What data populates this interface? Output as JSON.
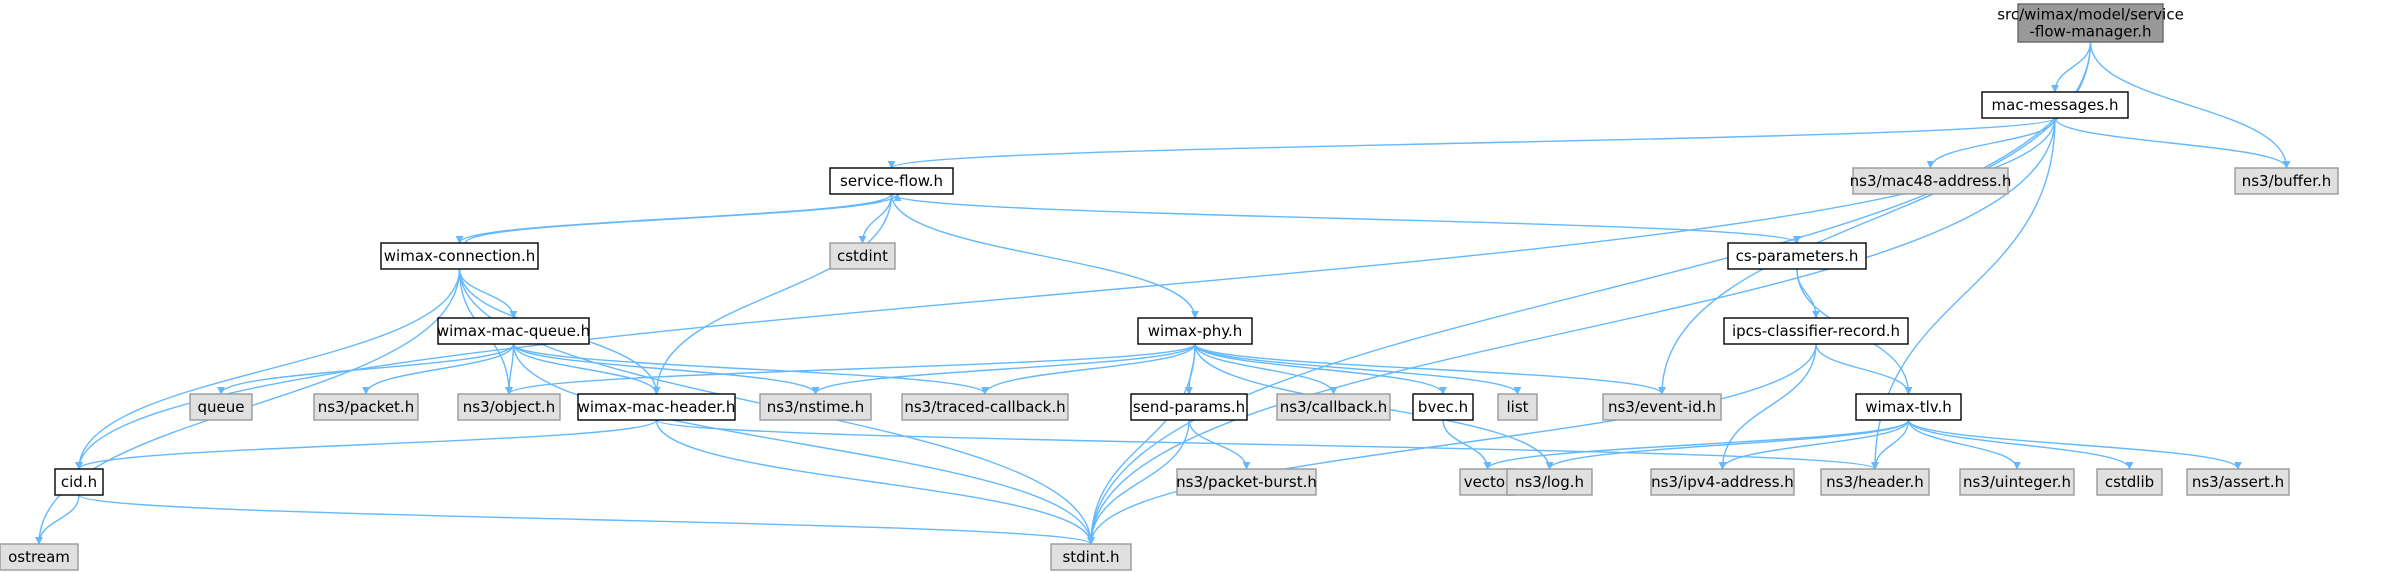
{
  "colors": {
    "root_fill": "#999999",
    "root_stroke": "#666666",
    "file_fill": "#ffffff",
    "file_stroke": "#000000",
    "external_fill": "#e0e0e0",
    "external_stroke": "#999999",
    "edge": "#63b8ff"
  },
  "nodes": [
    {
      "id": "root",
      "kind": "root",
      "lines": [
        "src/wimax/model/service",
        "-flow-manager.h"
      ]
    },
    {
      "id": "mac_messages",
      "kind": "file",
      "lines": [
        "mac-messages.h"
      ]
    },
    {
      "id": "service_flow",
      "kind": "file",
      "lines": [
        "service-flow.h"
      ]
    },
    {
      "id": "mac48",
      "kind": "external",
      "lines": [
        "ns3/mac48-address.h"
      ]
    },
    {
      "id": "buffer",
      "kind": "external",
      "lines": [
        "ns3/buffer.h"
      ]
    },
    {
      "id": "wimax_connection",
      "kind": "file",
      "lines": [
        "wimax-connection.h"
      ]
    },
    {
      "id": "cstdint",
      "kind": "external",
      "lines": [
        "cstdint"
      ]
    },
    {
      "id": "cs_parameters",
      "kind": "file",
      "lines": [
        "cs-parameters.h"
      ]
    },
    {
      "id": "wimax_mac_queue",
      "kind": "file",
      "lines": [
        "wimax-mac-queue.h"
      ]
    },
    {
      "id": "wimax_phy",
      "kind": "file",
      "lines": [
        "wimax-phy.h"
      ]
    },
    {
      "id": "ipcs",
      "kind": "file",
      "lines": [
        "ipcs-classifier-record.h"
      ]
    },
    {
      "id": "queue",
      "kind": "external",
      "lines": [
        "queue"
      ]
    },
    {
      "id": "packet",
      "kind": "external",
      "lines": [
        "ns3/packet.h"
      ]
    },
    {
      "id": "object",
      "kind": "external",
      "lines": [
        "ns3/object.h"
      ]
    },
    {
      "id": "wimax_mac_header",
      "kind": "file",
      "lines": [
        "wimax-mac-header.h"
      ]
    },
    {
      "id": "nstime",
      "kind": "external",
      "lines": [
        "ns3/nstime.h"
      ]
    },
    {
      "id": "traced_callback",
      "kind": "external",
      "lines": [
        "ns3/traced-callback.h"
      ]
    },
    {
      "id": "send_params",
      "kind": "file",
      "lines": [
        "send-params.h"
      ]
    },
    {
      "id": "callback",
      "kind": "external",
      "lines": [
        "ns3/callback.h"
      ]
    },
    {
      "id": "bvec",
      "kind": "file",
      "lines": [
        "bvec.h"
      ]
    },
    {
      "id": "list",
      "kind": "external",
      "lines": [
        "list"
      ]
    },
    {
      "id": "event_id",
      "kind": "external",
      "lines": [
        "ns3/event-id.h"
      ]
    },
    {
      "id": "wimax_tlv",
      "kind": "file",
      "lines": [
        "wimax-tlv.h"
      ]
    },
    {
      "id": "cid",
      "kind": "file",
      "lines": [
        "cid.h"
      ]
    },
    {
      "id": "packet_burst",
      "kind": "external",
      "lines": [
        "ns3/packet-burst.h"
      ]
    },
    {
      "id": "vector",
      "kind": "external",
      "lines": [
        "vector"
      ]
    },
    {
      "id": "log",
      "kind": "external",
      "lines": [
        "ns3/log.h"
      ]
    },
    {
      "id": "ipv4",
      "kind": "external",
      "lines": [
        "ns3/ipv4-address.h"
      ]
    },
    {
      "id": "header",
      "kind": "external",
      "lines": [
        "ns3/header.h"
      ]
    },
    {
      "id": "uinteger",
      "kind": "external",
      "lines": [
        "ns3/uinteger.h"
      ]
    },
    {
      "id": "cstdlib",
      "kind": "external",
      "lines": [
        "cstdlib"
      ]
    },
    {
      "id": "assert",
      "kind": "external",
      "lines": [
        "ns3/assert.h"
      ]
    },
    {
      "id": "ostream",
      "kind": "external",
      "lines": [
        "ostream"
      ]
    },
    {
      "id": "stdint",
      "kind": "external",
      "lines": [
        "stdint.h"
      ]
    }
  ],
  "edges": [
    [
      "root",
      "mac_messages"
    ],
    [
      "root",
      "buffer"
    ],
    [
      "root",
      "event_id"
    ],
    [
      "root",
      "stdint"
    ],
    [
      "mac_messages",
      "service_flow"
    ],
    [
      "mac_messages",
      "mac48"
    ],
    [
      "mac_messages",
      "buffer"
    ],
    [
      "mac_messages",
      "cid"
    ],
    [
      "mac_messages",
      "header"
    ],
    [
      "mac_messages",
      "stdint"
    ],
    [
      "service_flow",
      "wimax_connection"
    ],
    [
      "service_flow",
      "cstdint"
    ],
    [
      "service_flow",
      "cs_parameters"
    ],
    [
      "service_flow",
      "wimax_phy"
    ],
    [
      "service_flow",
      "wimax_mac_header"
    ],
    [
      "wimax_connection",
      "service_flow"
    ],
    [
      "wimax_connection",
      "wimax_mac_queue"
    ],
    [
      "wimax_connection",
      "object"
    ],
    [
      "wimax_connection",
      "wimax_mac_header"
    ],
    [
      "wimax_connection",
      "cid"
    ],
    [
      "wimax_connection",
      "ostream"
    ],
    [
      "wimax_connection",
      "stdint"
    ],
    [
      "cs_parameters",
      "ipcs"
    ],
    [
      "cs_parameters",
      "wimax_tlv"
    ],
    [
      "wimax_mac_queue",
      "queue"
    ],
    [
      "wimax_mac_queue",
      "packet"
    ],
    [
      "wimax_mac_queue",
      "object"
    ],
    [
      "wimax_mac_queue",
      "wimax_mac_header"
    ],
    [
      "wimax_mac_queue",
      "nstime"
    ],
    [
      "wimax_mac_queue",
      "traced_callback"
    ],
    [
      "wimax_mac_queue",
      "stdint"
    ],
    [
      "wimax_phy",
      "object"
    ],
    [
      "wimax_phy",
      "nstime"
    ],
    [
      "wimax_phy",
      "traced_callback"
    ],
    [
      "wimax_phy",
      "send_params"
    ],
    [
      "wimax_phy",
      "callback"
    ],
    [
      "wimax_phy",
      "bvec"
    ],
    [
      "wimax_phy",
      "list"
    ],
    [
      "wimax_phy",
      "event_id"
    ],
    [
      "wimax_phy",
      "log"
    ],
    [
      "wimax_phy",
      "stdint"
    ],
    [
      "ipcs",
      "wimax_tlv"
    ],
    [
      "ipcs",
      "ipv4"
    ],
    [
      "ipcs",
      "stdint"
    ],
    [
      "wimax_mac_header",
      "cid"
    ],
    [
      "wimax_mac_header",
      "header"
    ],
    [
      "wimax_mac_header",
      "stdint"
    ],
    [
      "send_params",
      "packet_burst"
    ],
    [
      "send_params",
      "stdint"
    ],
    [
      "bvec",
      "vector"
    ],
    [
      "wimax_tlv",
      "vector"
    ],
    [
      "wimax_tlv",
      "log"
    ],
    [
      "wimax_tlv",
      "ipv4"
    ],
    [
      "wimax_tlv",
      "header"
    ],
    [
      "wimax_tlv",
      "uinteger"
    ],
    [
      "wimax_tlv",
      "cstdlib"
    ],
    [
      "wimax_tlv",
      "assert"
    ],
    [
      "cid",
      "ostream"
    ],
    [
      "cid",
      "stdint"
    ]
  ]
}
